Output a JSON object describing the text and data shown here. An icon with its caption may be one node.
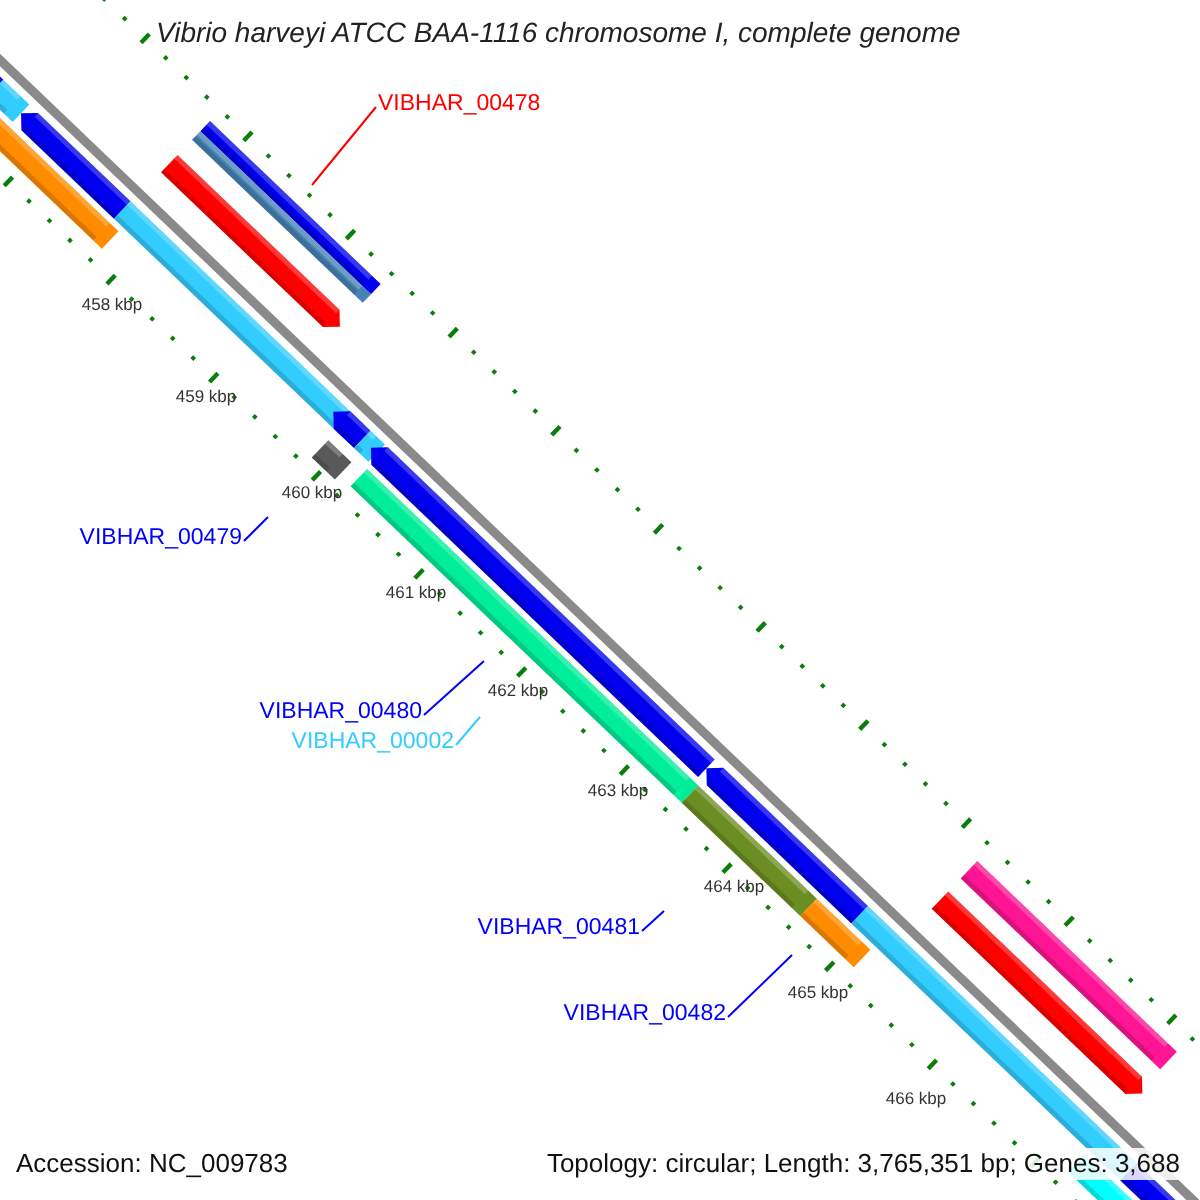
{
  "diagram": {
    "title": "Vibrio harveyi ATCC BAA-1116 chromosome I, complete genome",
    "nodes": [
      {
        "text": [
          "VIBHAR_00478"
        ]
      },
      {
        "text": [
          "VIBHAR_00479"
        ]
      },
      {
        "text": [
          "VIBHAR_00480"
        ]
      },
      {
        "text": [
          "VIBHAR_00002"
        ]
      },
      {
        "text": [
          "VIBHAR_00481"
        ]
      },
      {
        "text": [
          "VIBHAR_00482"
        ]
      }
    ],
    "edges": [
      {
        "from": 0,
        "to": null,
        "arrow": "none",
        "color": "#ff0000"
      },
      {
        "from": 1,
        "to": null,
        "arrow": "none"
      },
      {
        "from": 2,
        "to": null,
        "arrow": "none"
      },
      {
        "from": 3,
        "to": null,
        "arrow": "none",
        "color": "#33ccff"
      },
      {
        "from": 4,
        "to": null,
        "arrow": "none"
      },
      {
        "from": 5,
        "to": null,
        "arrow": "none"
      }
    ],
    "labels": [
      "458 kbp",
      "459 kbp",
      "460 kbp",
      "461 kbp",
      "462 kbp",
      "463 kbp",
      "464 kbp",
      "465 kbp",
      "466 kbp",
      "Accession: NC_009783",
      "Topology: circular; Length: 3,765,351 bp; Genes: 3,688"
    ]
  }
}
